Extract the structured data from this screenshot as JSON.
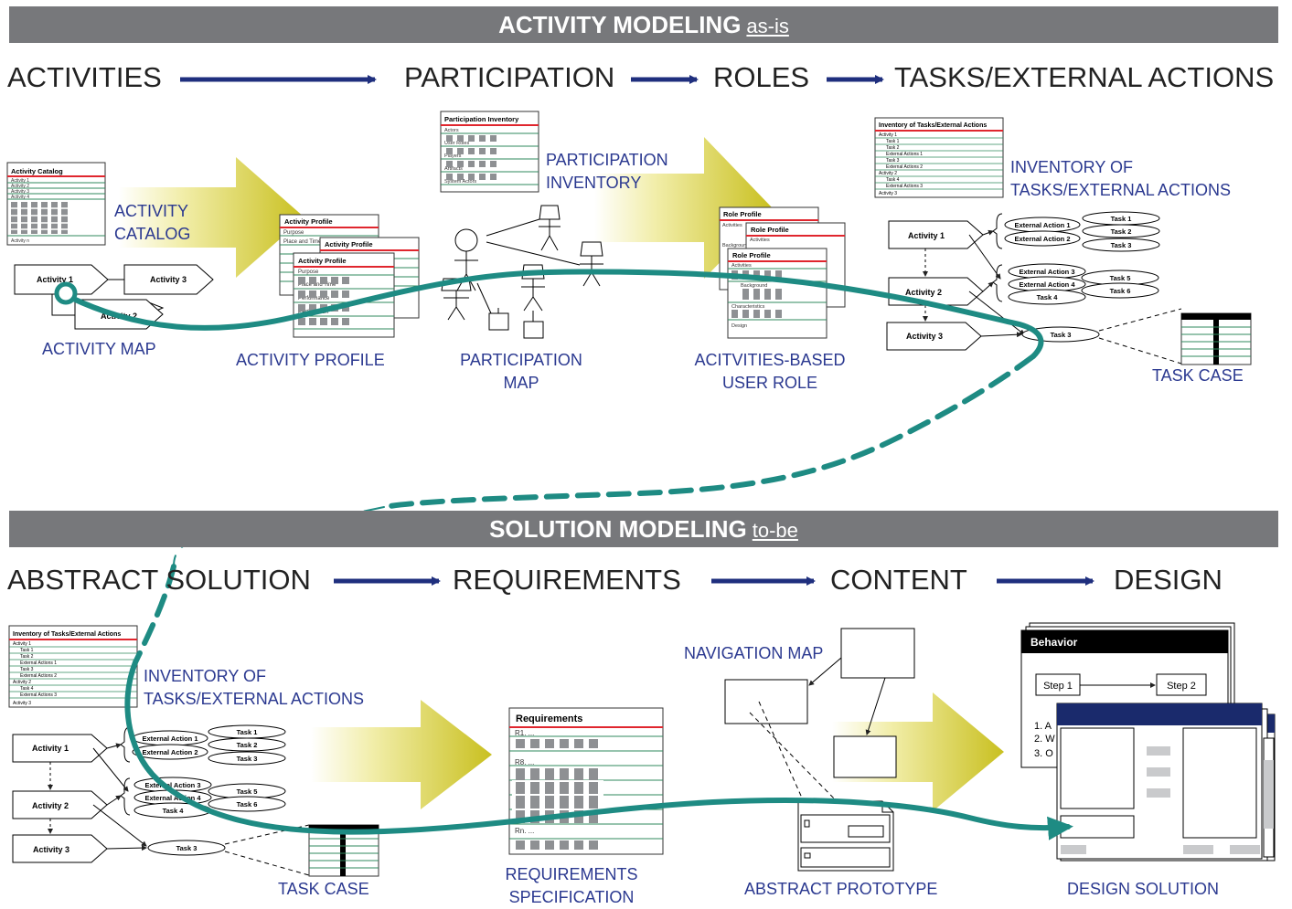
{
  "top_banner": {
    "title": "ACTIVITY MODELING",
    "subtitle": "as-is"
  },
  "bottom_banner": {
    "title": "SOLUTION MODELING",
    "subtitle": "to-be"
  },
  "top_stages": [
    "ACTIVITIES",
    "PARTICIPATION",
    "ROLES",
    "TASKS/EXTERNAL ACTIONS"
  ],
  "bottom_stages": [
    "ABSTRACT SOLUTION",
    "REQUIREMENTS",
    "CONTENT",
    "DESIGN"
  ],
  "labels": {
    "activity_catalog": [
      "ACTIVITY",
      "CATALOG"
    ],
    "activity_map": "ACTIVITY MAP",
    "activity_profile": "ACTIVITY PROFILE",
    "participation_inventory": [
      "PARTICIPATION",
      "INVENTORY"
    ],
    "participation_map": [
      "PARTICIPATION",
      "MAP"
    ],
    "user_role": [
      "ACITVITIES-BASED",
      "USER ROLE"
    ],
    "inventory_tasks_top": [
      "INVENTORY OF",
      "TASKS/EXTERNAL ACTIONS"
    ],
    "task_case_top": "TASK CASE",
    "inventory_tasks_bottom": [
      "INVENTORY OF",
      "TASKS/EXTERNAL ACTIONS"
    ],
    "task_case_bottom": "TASK CASE",
    "requirements_spec": [
      "REQUIREMENTS",
      "SPECIFICATION"
    ],
    "navigation_map": "NAVIGATION MAP",
    "abstract_prototype": "ABSTRACT PROTOTYPE",
    "design_solution": "DESIGN SOLUTION"
  },
  "activity_catalog_doc": {
    "title": "Activity Catalog",
    "rows": [
      "Activity 1",
      "Activity 2",
      "Activity 3",
      "Activity 4",
      "Activity n"
    ]
  },
  "activity_map_nodes": [
    "Activity 1",
    "Activity 2",
    "Activity 3"
  ],
  "activity_profile_doc": {
    "title": "Activity Profile",
    "rows": [
      "Purpose",
      "Place and Time",
      "Performance",
      "Participation"
    ]
  },
  "participation_inventory_doc": {
    "title": "Participation Inventory",
    "rows": [
      "Actors",
      "User Roles",
      "Players",
      "Artifacts",
      "System Actors"
    ]
  },
  "role_profile_doc": {
    "title": "Role Profile",
    "rows": [
      "Activities",
      "Background",
      "Characteristics",
      "Design"
    ]
  },
  "tasks_inventory_doc": {
    "title": "Inventory of Tasks/External Actions",
    "rows": [
      "Activity 1",
      "Task 1",
      "Task 2",
      "External Actions 1",
      "Task 3",
      "External Actions 2",
      "Activity 2",
      "Task 4",
      "External Actions 3",
      "Activity 3"
    ]
  },
  "task_diagram": {
    "activities": [
      "Activity 1",
      "Activity 2",
      "Activity 3"
    ],
    "external_actions": [
      "External Action 1",
      "External Action 2",
      "External Action 3",
      "External Action 4"
    ],
    "tasks": [
      "Task 1",
      "Task 2",
      "Task 3",
      "Task 4",
      "Task 5",
      "Task 6"
    ],
    "lone_task": "Task 3"
  },
  "requirements_doc": {
    "title": "Requirements",
    "rows": [
      "R1. ...",
      "R8. ...",
      "Rn. ..."
    ]
  },
  "behavior_doc": {
    "title": "Behavior",
    "steps": [
      "Step 1",
      "Step 2"
    ],
    "list": [
      "1. A",
      "2. W",
      "3. O"
    ]
  },
  "colors": {
    "banner": "#77787b",
    "label_blue": "#2b3990",
    "arrow_navy": "#1f2f7e",
    "path_teal": "#1e8b83",
    "header_red": "#e0262e",
    "row_green": "#2f8a5e",
    "block_gray": "#8e9093",
    "design_navy": "#1a2a6c"
  }
}
